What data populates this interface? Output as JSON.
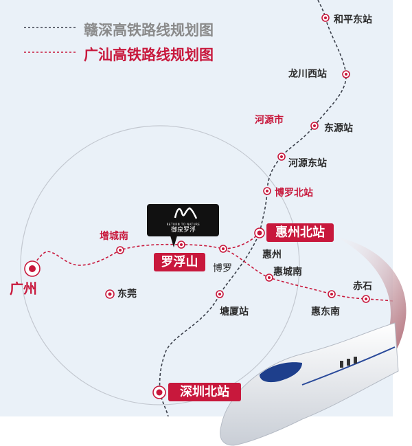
{
  "legend": [
    {
      "label": "赣深高铁路线规划图",
      "color": "#8a8a8a",
      "line_color": "#3a3f4a"
    },
    {
      "label": "广汕高铁路线规划图",
      "color": "#c8183c",
      "line_color": "#c8183c"
    }
  ],
  "ganshen_stations": {
    "heping_east": "和平东站",
    "longchuan_west": "龙川西站",
    "dongyuan": "东源站",
    "heyuan_east": "河源东站",
    "boluo_north": "博罗北站",
    "tangxia": "塘厦站",
    "shenzhen_north": "深圳北站"
  },
  "guangshan_stations": {
    "guangzhou": "广州",
    "zengcheng_south": "增城南",
    "luofushan": "罗浮山",
    "huizhou_north": "惠州北站",
    "huicheng_south": "惠城南",
    "huidong_south": "惠东南",
    "chishi": "赤石"
  },
  "places": {
    "heyuan_city": "河源市",
    "huizhou": "惠州",
    "boluo": "博罗",
    "dongguan": "东莞"
  },
  "logo": {
    "tagline": "RETURN TO NATURE",
    "name": "御泉罗浮"
  },
  "colors": {
    "background": "#eaf1f8",
    "accent": "#c8183c",
    "dark_line": "#3a3f4a"
  }
}
